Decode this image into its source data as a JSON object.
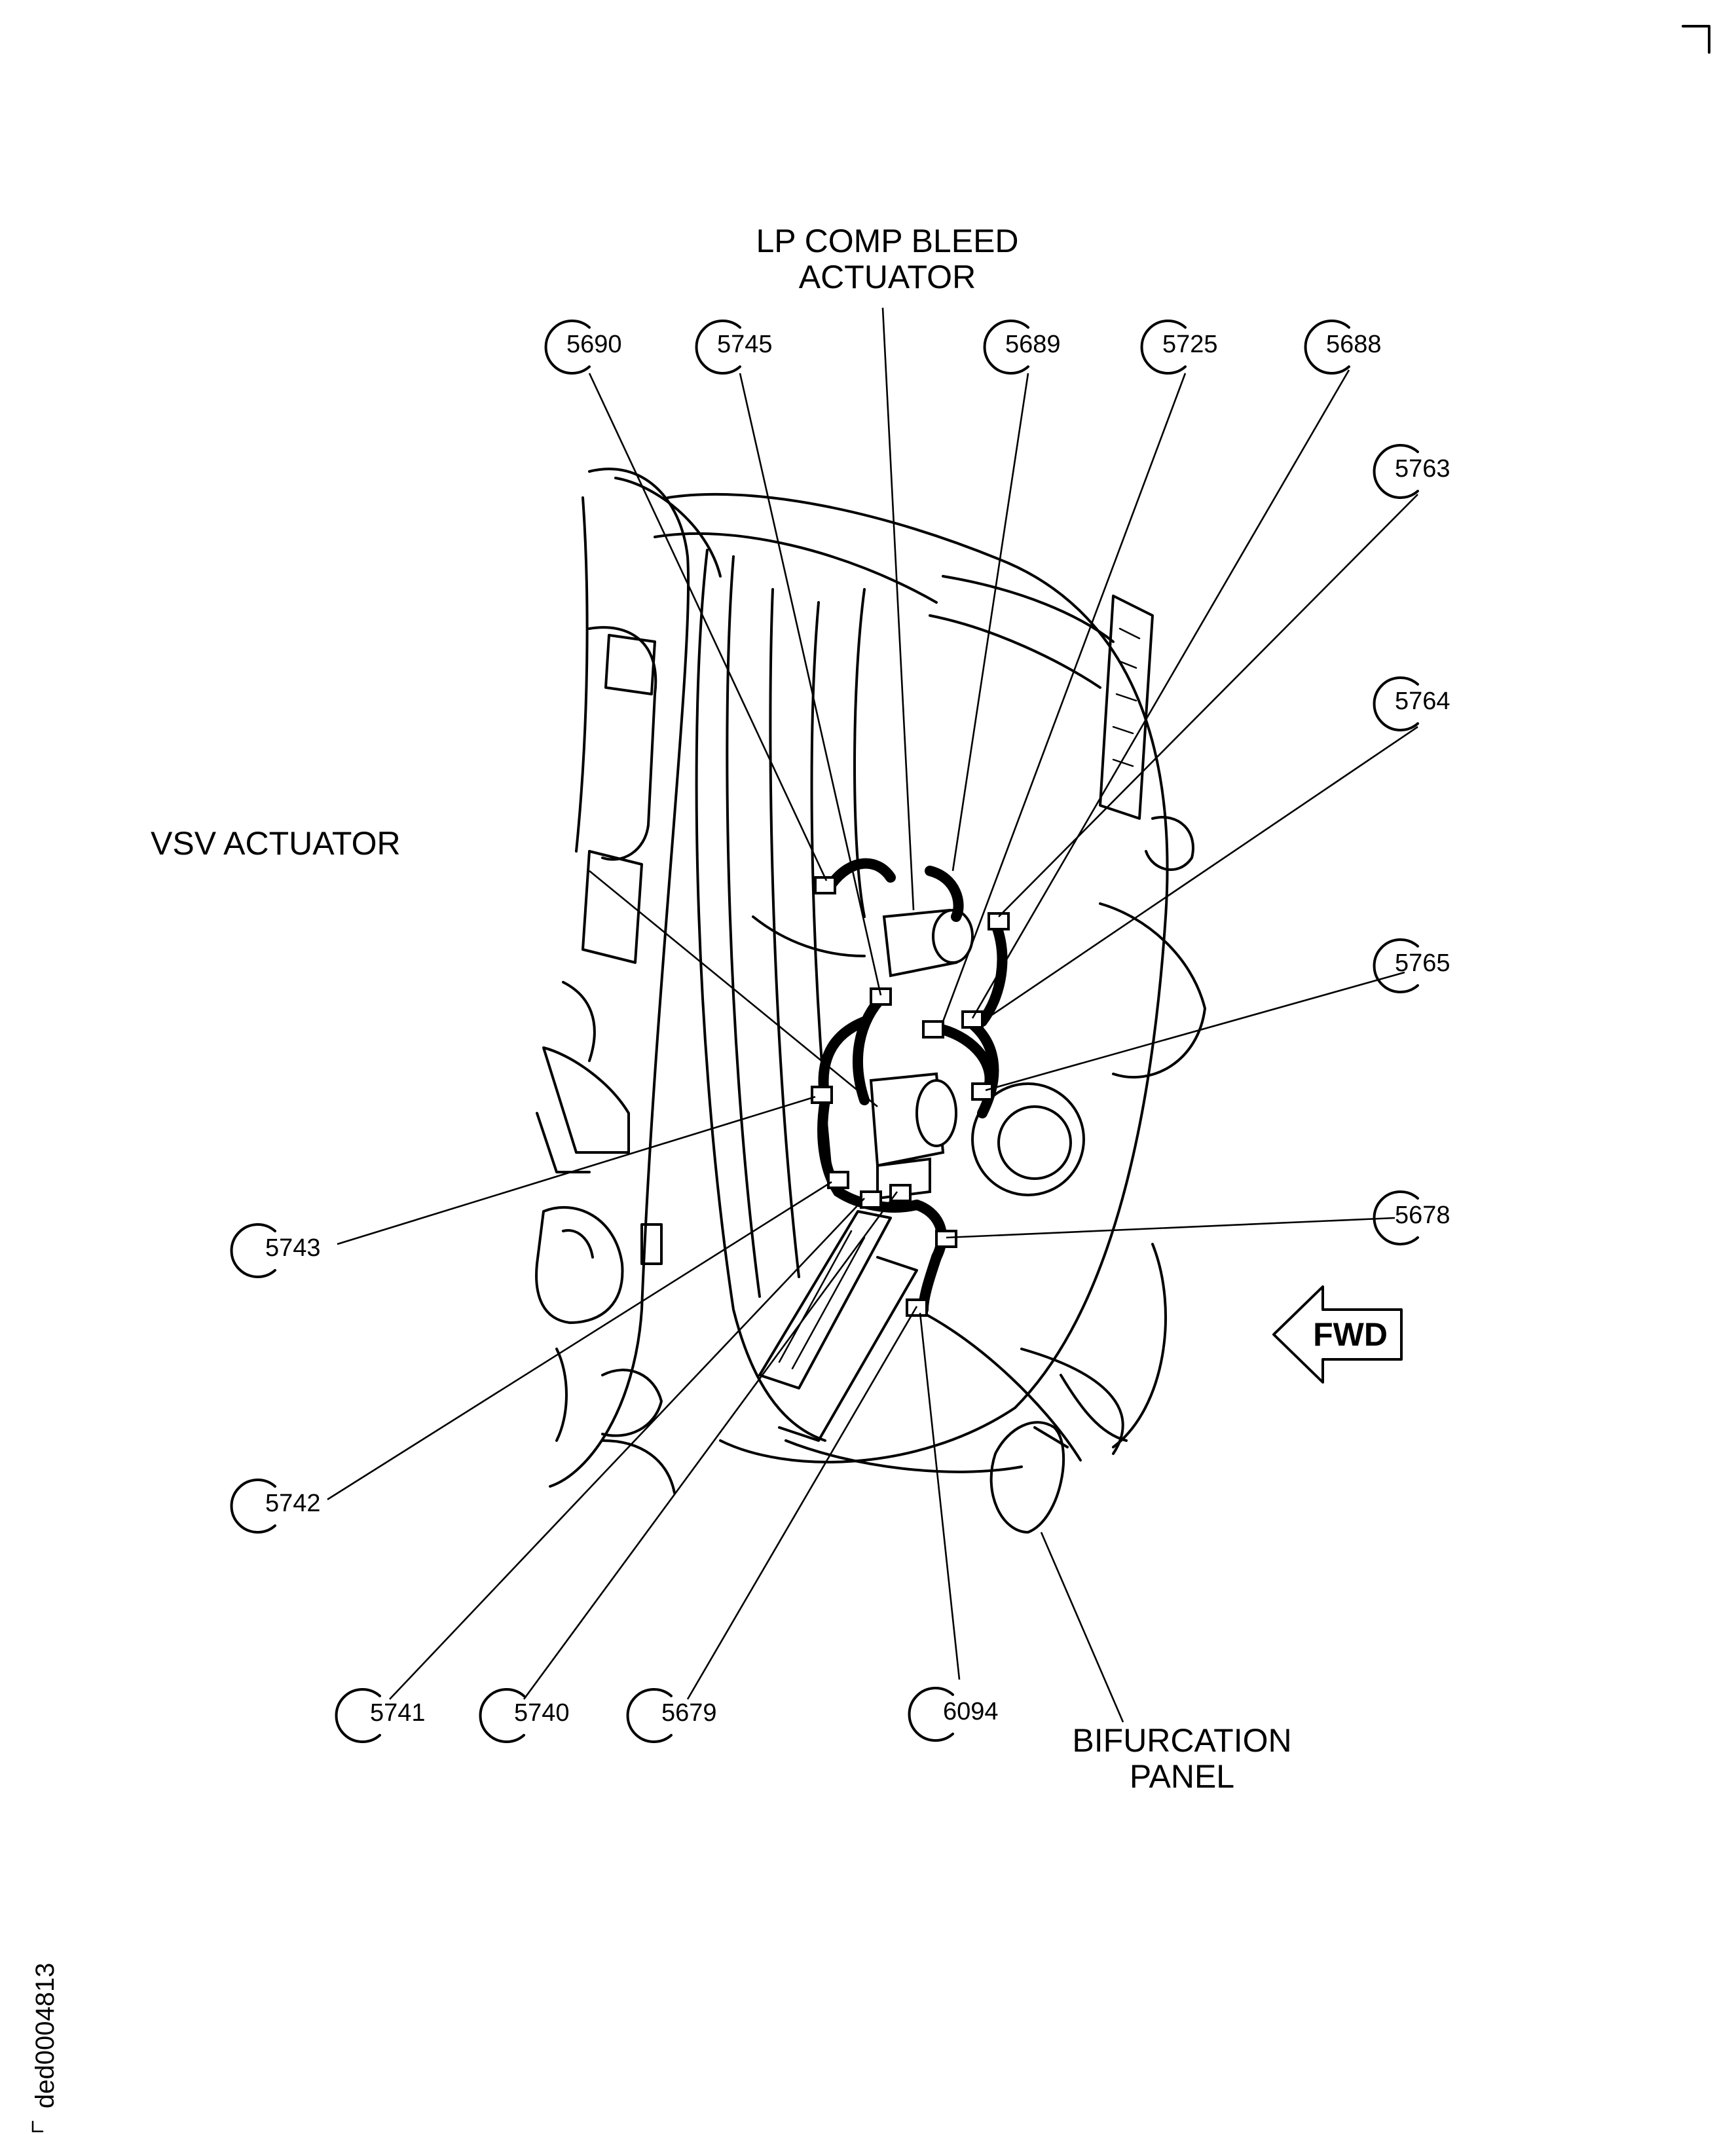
{
  "labels": {
    "lp_comp_bleed_actuator": [
      "LP COMP BLEED",
      "ACTUATOR"
    ],
    "vsv_actuator": "VSV ACTUATOR",
    "bifurcation_panel": [
      "BIFURCATION",
      "PANEL"
    ],
    "fwd": "FWD"
  },
  "callouts": [
    {
      "id": "5690",
      "text": "5690"
    },
    {
      "id": "5745",
      "text": "5745"
    },
    {
      "id": "5689",
      "text": "5689"
    },
    {
      "id": "5725",
      "text": "5725"
    },
    {
      "id": "5688",
      "text": "5688"
    },
    {
      "id": "5763",
      "text": "5763"
    },
    {
      "id": "5764",
      "text": "5764"
    },
    {
      "id": "5765",
      "text": "5765"
    },
    {
      "id": "5678",
      "text": "5678"
    },
    {
      "id": "5743",
      "text": "5743"
    },
    {
      "id": "5742",
      "text": "5742"
    },
    {
      "id": "5741",
      "text": "5741"
    },
    {
      "id": "5740",
      "text": "5740"
    },
    {
      "id": "5679",
      "text": "5679"
    },
    {
      "id": "6094",
      "text": "6094"
    }
  ],
  "document_id": "ded0004813"
}
